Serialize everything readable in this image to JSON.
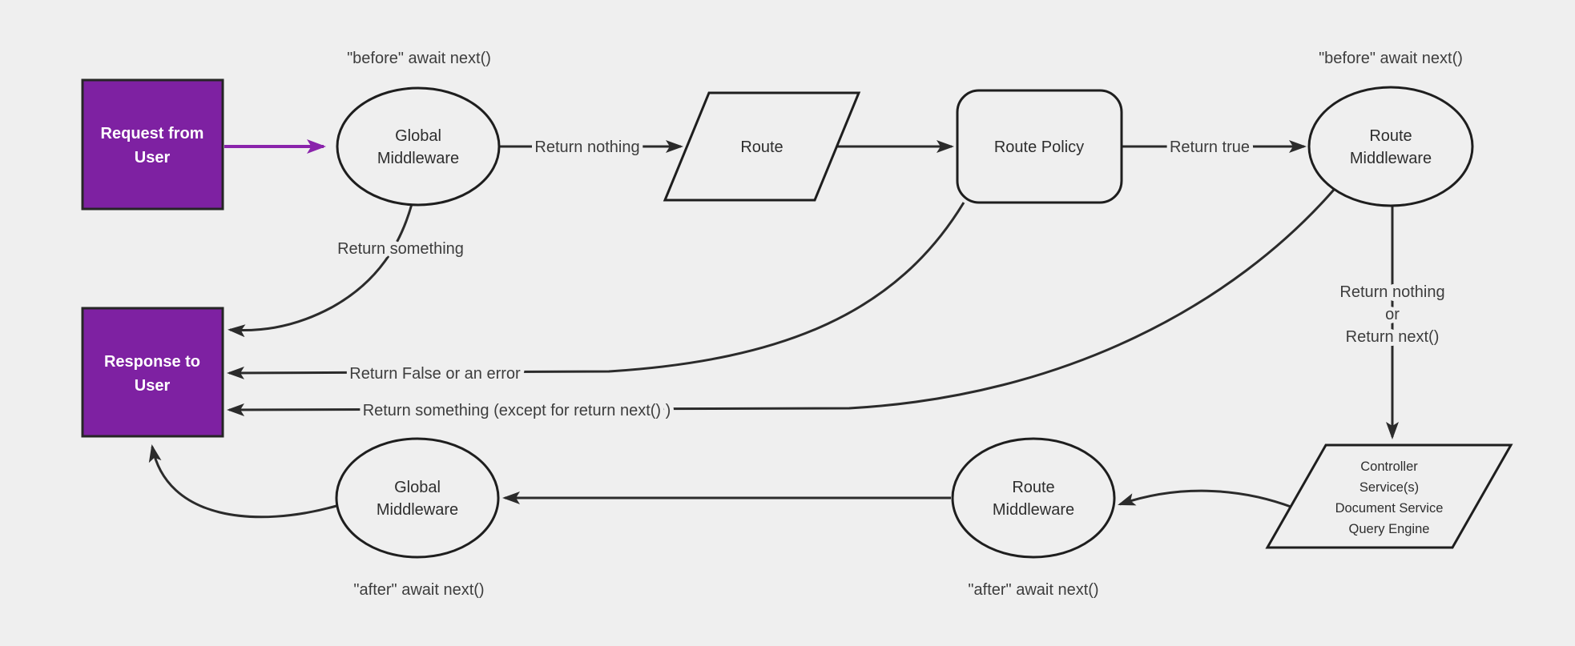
{
  "colors": {
    "background": "#efefef",
    "node_fill": "#efefef",
    "shape_stroke": "#1e1e1e",
    "edge_stroke": "#2b2b2b",
    "accent": "#7e21a2",
    "accent_arrow": "#8a23ab",
    "text": "#3d3d3d",
    "box_text": "#ffffff"
  },
  "nodes": {
    "request": {
      "line1": "Request from",
      "line2": "User"
    },
    "response": {
      "line1": "Response to",
      "line2": "User"
    },
    "global_middleware_top": {
      "line1": "Global",
      "line2": "Middleware"
    },
    "route": {
      "label": "Route"
    },
    "route_policy": {
      "label": "Route Policy"
    },
    "route_middleware_top": {
      "line1": "Route",
      "line2": "Middleware"
    },
    "controller": {
      "line1": "Controller",
      "line2": "Service(s)",
      "line3": "Document Service",
      "line4": "Query Engine"
    },
    "route_middleware_bottom": {
      "line1": "Route",
      "line2": "Middleware"
    },
    "global_middleware_bottom": {
      "line1": "Global",
      "line2": "Middleware"
    }
  },
  "annotations": {
    "before_await_left": "\"before\" await next()",
    "before_await_right": "\"before\" await next()",
    "after_await_left": "\"after\" await next()",
    "after_await_right": "\"after\" await next()"
  },
  "edge_labels": {
    "return_nothing": "Return nothing",
    "return_true": "Return true",
    "return_something": "Return something",
    "return_false_or_error": "Return False or an error",
    "return_something_except": "Return something (except for return next() )",
    "return_nothing_or_line1": "Return nothing",
    "return_nothing_or_line2": "or",
    "return_nothing_or_line3": "Return next()"
  }
}
